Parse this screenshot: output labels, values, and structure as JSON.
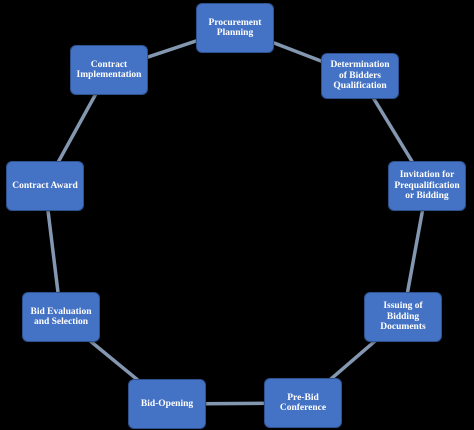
{
  "diagram": {
    "colors": {
      "background": "#000000",
      "node_fill": "#4472c4",
      "node_border": "#2f528f",
      "node_text": "#ffffff",
      "connector": "#8497b0"
    },
    "nodes": [
      {
        "id": "procurement-planning",
        "label": "Procurement Planning"
      },
      {
        "id": "determination",
        "label": "Determination of Bidders Qualification"
      },
      {
        "id": "invitation",
        "label": "Invitation for Prequalification or Bidding"
      },
      {
        "id": "issuing",
        "label": "Issuing of Bidding Documents"
      },
      {
        "id": "pre-bid",
        "label": "Pre-Bid Conference"
      },
      {
        "id": "bid-opening",
        "label": "Bid-Opening"
      },
      {
        "id": "bid-evaluation",
        "label": "Bid Evaluation and Selection"
      },
      {
        "id": "contract-award",
        "label": "Contract Award"
      },
      {
        "id": "contract-implementation",
        "label": "Contract Implementation"
      }
    ],
    "edges": [
      [
        "procurement-planning",
        "determination"
      ],
      [
        "determination",
        "invitation"
      ],
      [
        "invitation",
        "issuing"
      ],
      [
        "issuing",
        "pre-bid"
      ],
      [
        "pre-bid",
        "bid-opening"
      ],
      [
        "bid-opening",
        "bid-evaluation"
      ],
      [
        "bid-evaluation",
        "contract-award"
      ],
      [
        "contract-award",
        "contract-implementation"
      ],
      [
        "contract-implementation",
        "procurement-planning"
      ]
    ]
  }
}
